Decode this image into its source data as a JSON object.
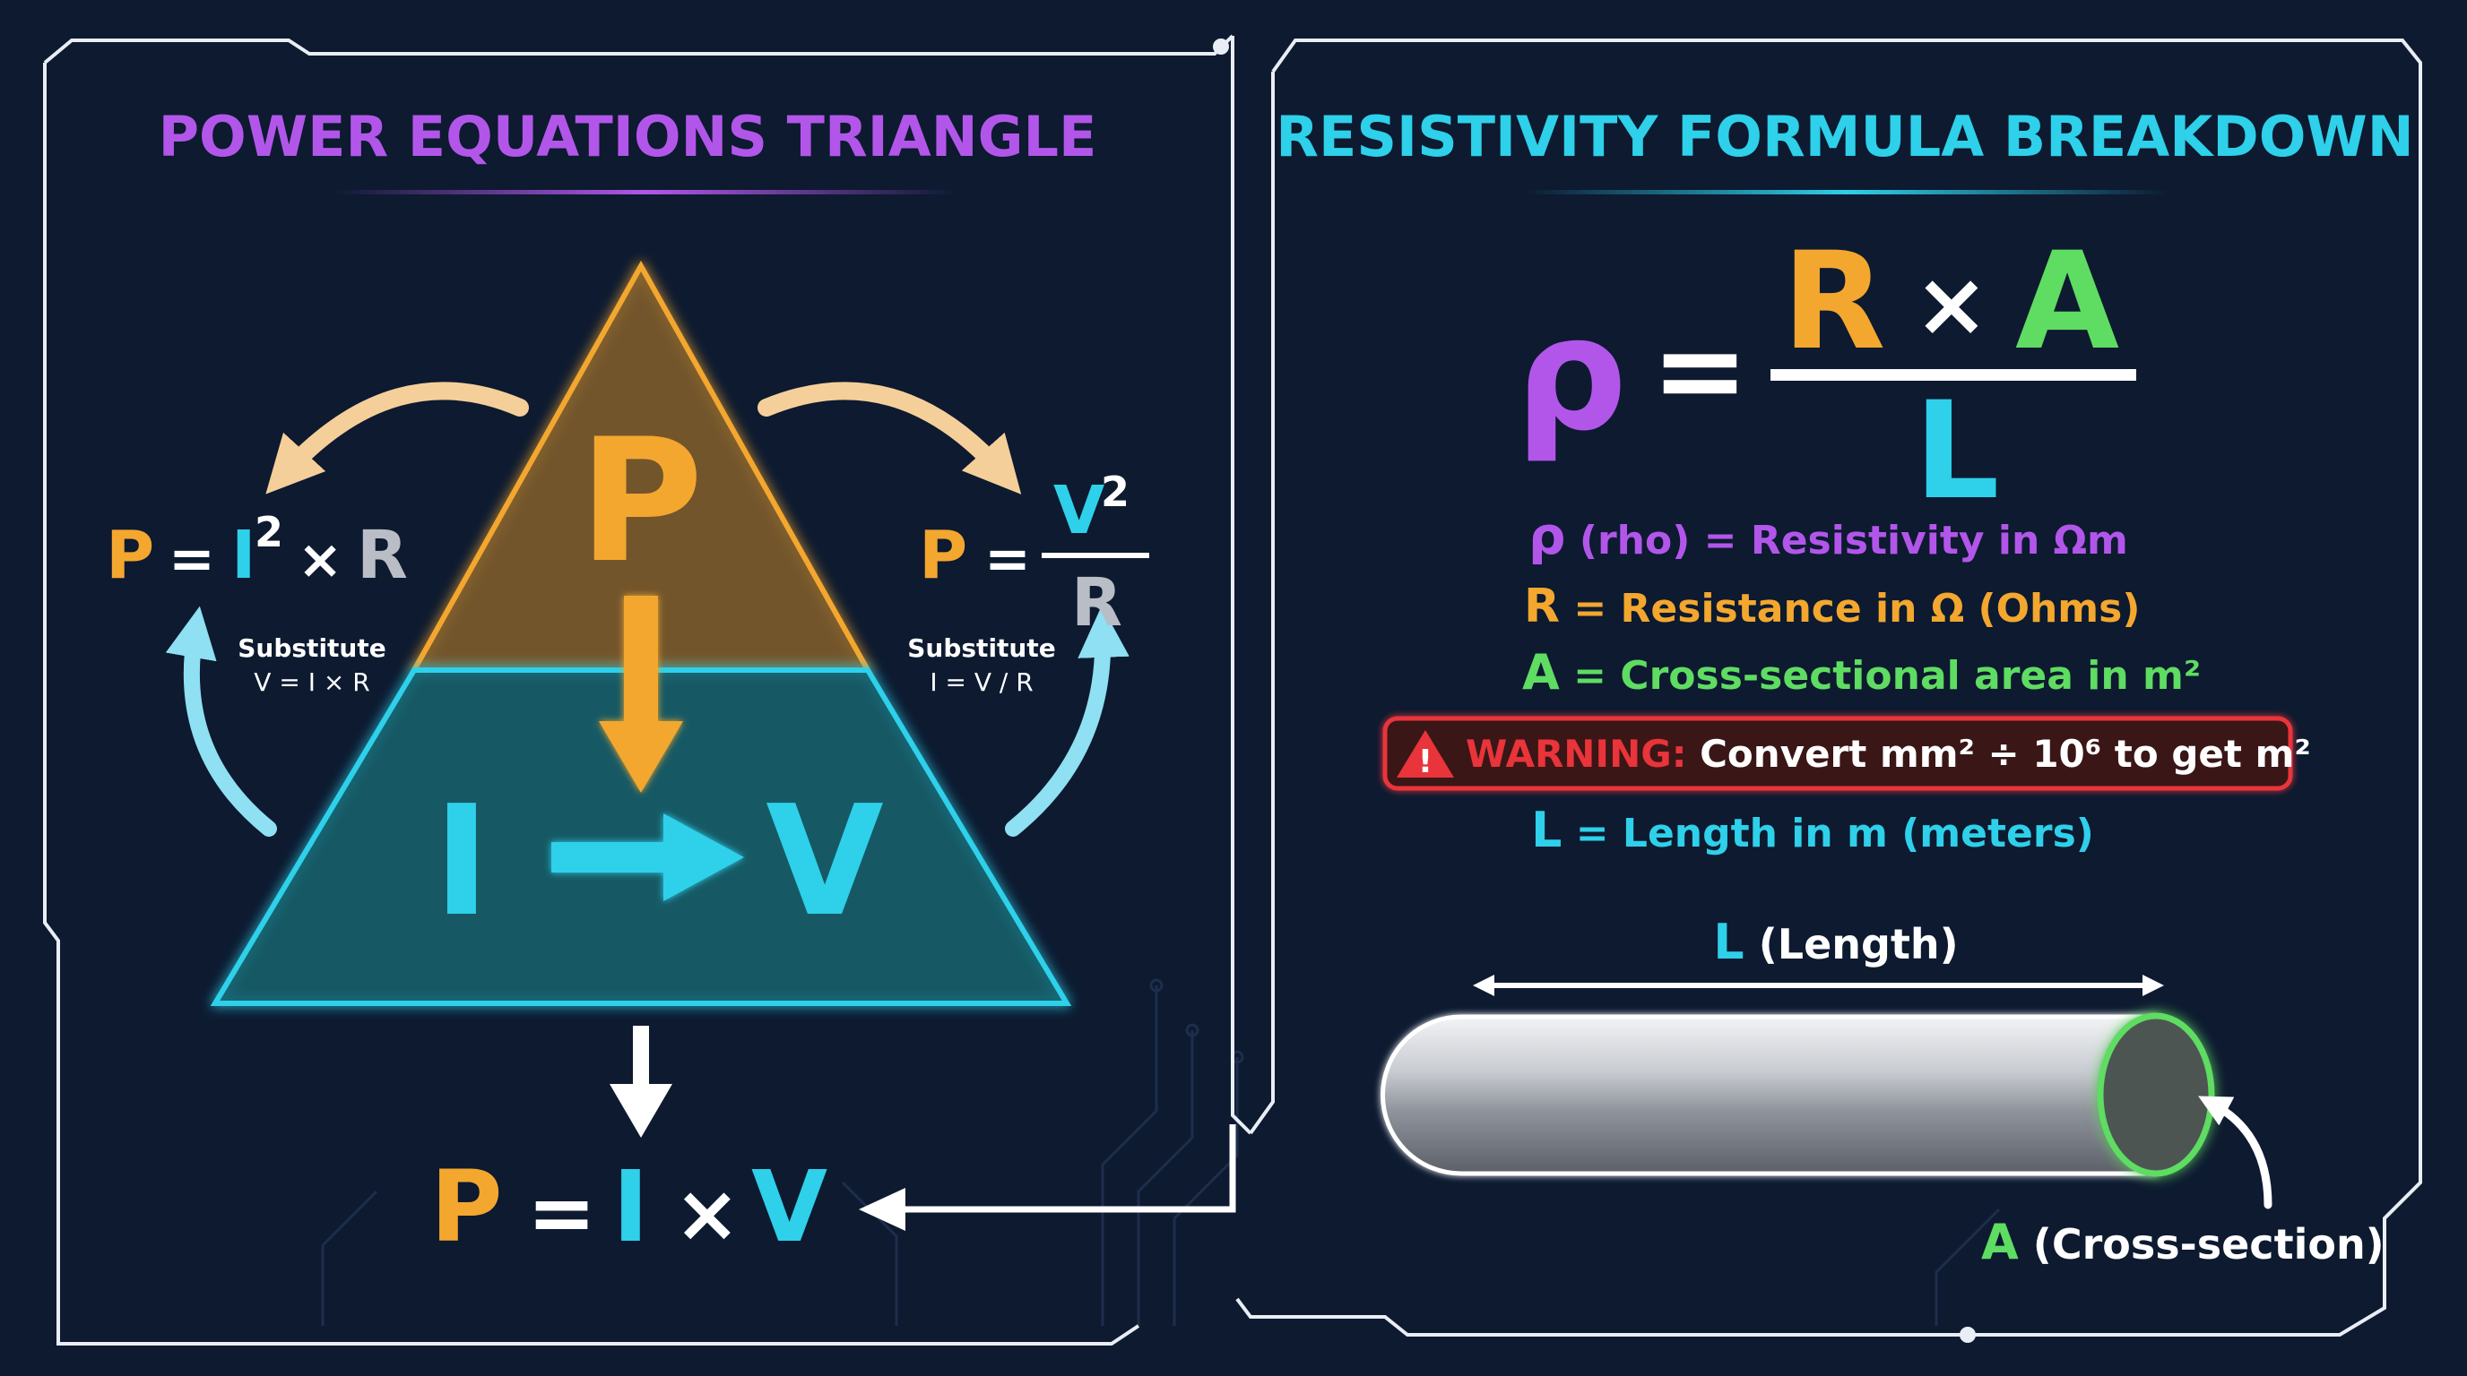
{
  "colors": {
    "background": "#0d1a30",
    "purple": "#b256ea",
    "cyan": "#2ed0ea",
    "orange": "#f3a72e",
    "green": "#5fdc62",
    "grey": "#b9bdc6",
    "red": "#e8343a",
    "white": "#ffffff"
  },
  "left_panel": {
    "title": "POWER EQUATIONS TRIANGLE",
    "triangle": {
      "top": "P",
      "bottom_left": "I",
      "bottom_right": "V"
    },
    "left_formula": {
      "p": "P",
      "eq": "=",
      "i": "I",
      "exp": "2",
      "times": "×",
      "r": "R"
    },
    "left_note": {
      "line1": "Substitute",
      "line2": "V = I × R"
    },
    "right_formula": {
      "p": "P",
      "eq": "=",
      "num": "V",
      "exp": "2",
      "den": "R"
    },
    "right_note": {
      "line1": "Substitute",
      "line2": "I = V / R"
    },
    "bottom_formula": {
      "p": "P",
      "eq": "=",
      "i": "I",
      "times": "×",
      "v": "V"
    }
  },
  "right_panel": {
    "title": "RESISTIVITY FORMULA BREAKDOWN",
    "formula": {
      "rho": "ρ",
      "eq": "=",
      "r": "R",
      "times": "×",
      "a": "A",
      "l": "L"
    },
    "legend": [
      {
        "symbol": "ρ",
        "text": " (rho) = Resistivity in Ωm"
      },
      {
        "symbol": "R",
        "text": " = Resistance in Ω (Ohms)"
      },
      {
        "symbol": "A",
        "text": " = Cross-sectional area in m²"
      },
      {
        "symbol": "L",
        "text": " = Length in m (meters)"
      }
    ],
    "warning": {
      "icon": "!",
      "label": "WARNING:",
      "text": " Convert mm² ÷ 10⁶ to get m²"
    },
    "rod": {
      "length_symbol": "L",
      "length_text": " (Length)",
      "area_symbol": "A",
      "area_text": " (Cross-section)"
    }
  }
}
